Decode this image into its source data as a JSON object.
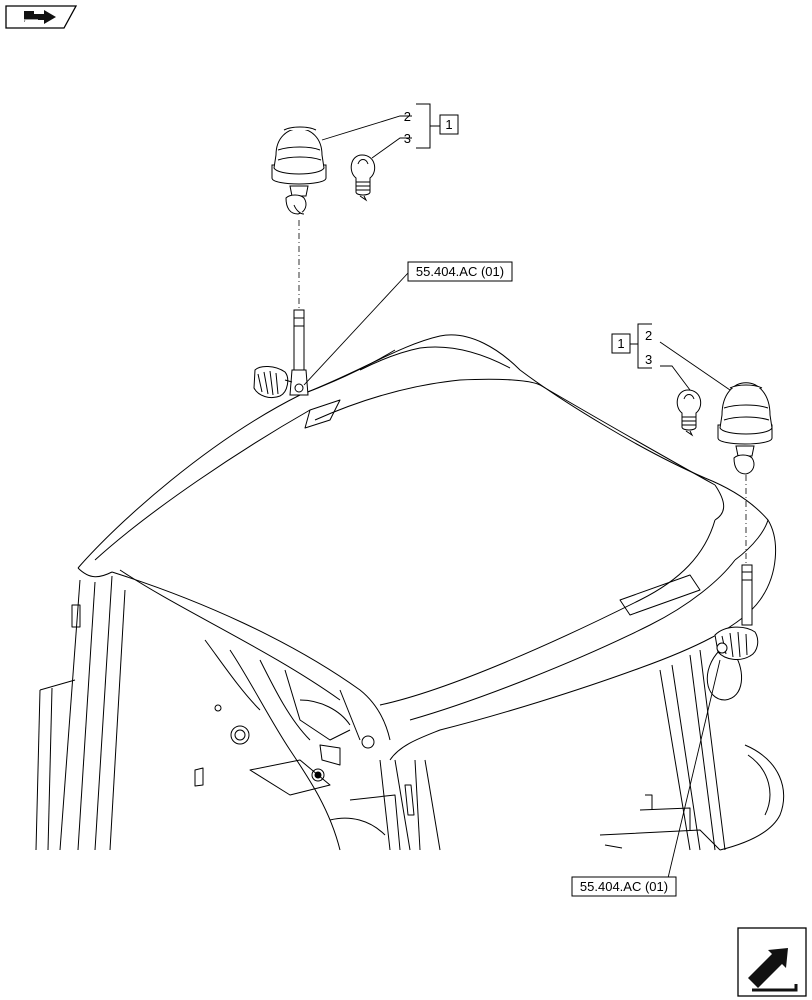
{
  "nav": {
    "prev_icon": "book-with-arrow-icon",
    "next_icon": "next-page-arrow-icon"
  },
  "references": {
    "top": "55.404.AC (01)",
    "bottom": "55.404.AC (01)"
  },
  "callouts": {
    "left_group": {
      "assembly": "1",
      "beacon": "2",
      "bulb": "3"
    },
    "right_group": {
      "assembly": "1",
      "beacon": "2",
      "bulb": "3"
    }
  }
}
